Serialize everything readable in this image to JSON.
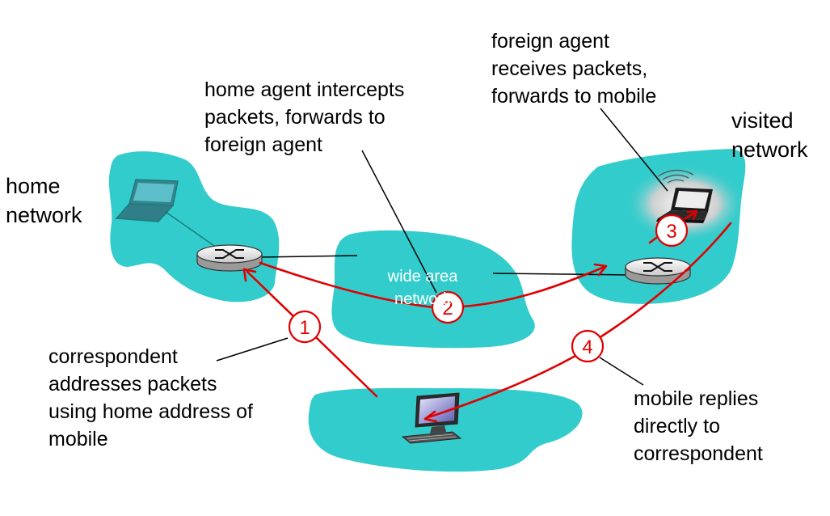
{
  "labels": {
    "home_network": "home\nnetwork",
    "visited_network": "visited\nnetwork",
    "wide_area_network": "wide area\nnetwork",
    "home_agent_callout": "home agent intercepts\npackets, forwards to\nforeign agent",
    "foreign_agent_callout": "foreign agent\nreceives packets,\nforwards to mobile",
    "correspondent_callout": "correspondent\naddresses packets\nusing home address of\nmobile",
    "mobile_reply_callout": "mobile replies\ndirectly to\ncorrespondent"
  },
  "steps": [
    {
      "number": "1"
    },
    {
      "number": "2"
    },
    {
      "number": "3"
    },
    {
      "number": "4"
    }
  ],
  "colors": {
    "network_cloud": "#33cccc",
    "packet_path": "#e00000",
    "callout_line": "#000000"
  },
  "icons": [
    "router-icon",
    "laptop-icon",
    "desktop-computer-icon",
    "wireless-signal-icon"
  ]
}
